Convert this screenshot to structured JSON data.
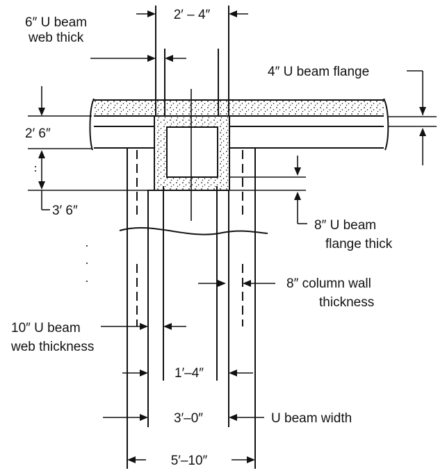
{
  "labels": {
    "web_thick_top": [
      "6″ U beam",
      "web thick"
    ],
    "top_width": "2′ – 4″",
    "flange": "4″ U beam flange",
    "depth_upper": "2′ 6″",
    "depth_lower": "3′ 6″",
    "flange_thick": [
      "8″ U beam",
      "flange thick"
    ],
    "column_wall": [
      "8″  column wall",
      "thickness"
    ],
    "web_thickness": [
      "10″ U beam",
      "web thickness"
    ],
    "dim_inner": "1′–4″",
    "dim_beam": "3′–0″",
    "beam_width": "U beam width",
    "dim_total": "5′–10″"
  },
  "colors": {
    "ink": "#111111",
    "background": "#ffffff"
  }
}
